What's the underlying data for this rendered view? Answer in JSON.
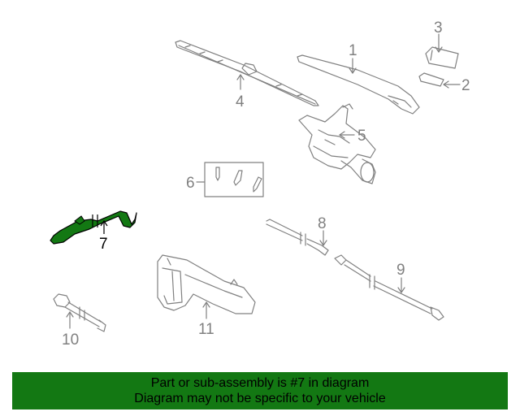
{
  "diagram": {
    "callouts": [
      {
        "id": "1",
        "label": "1"
      },
      {
        "id": "2",
        "label": "2"
      },
      {
        "id": "3",
        "label": "3"
      },
      {
        "id": "4",
        "label": "4"
      },
      {
        "id": "5",
        "label": "5"
      },
      {
        "id": "6",
        "label": "6"
      },
      {
        "id": "7",
        "label": "7"
      },
      {
        "id": "8",
        "label": "8"
      },
      {
        "id": "9",
        "label": "9"
      },
      {
        "id": "10",
        "label": "10"
      },
      {
        "id": "11",
        "label": "11"
      }
    ],
    "highlighted_part": "7",
    "colors": {
      "line": "#808080",
      "highlight_fill": "#137813",
      "highlight_label": "#000000",
      "banner": "#137813"
    }
  },
  "banner": {
    "line1": "Part or sub-assembly is #7 in diagram",
    "line2": "Diagram may not be specific to your vehicle"
  }
}
